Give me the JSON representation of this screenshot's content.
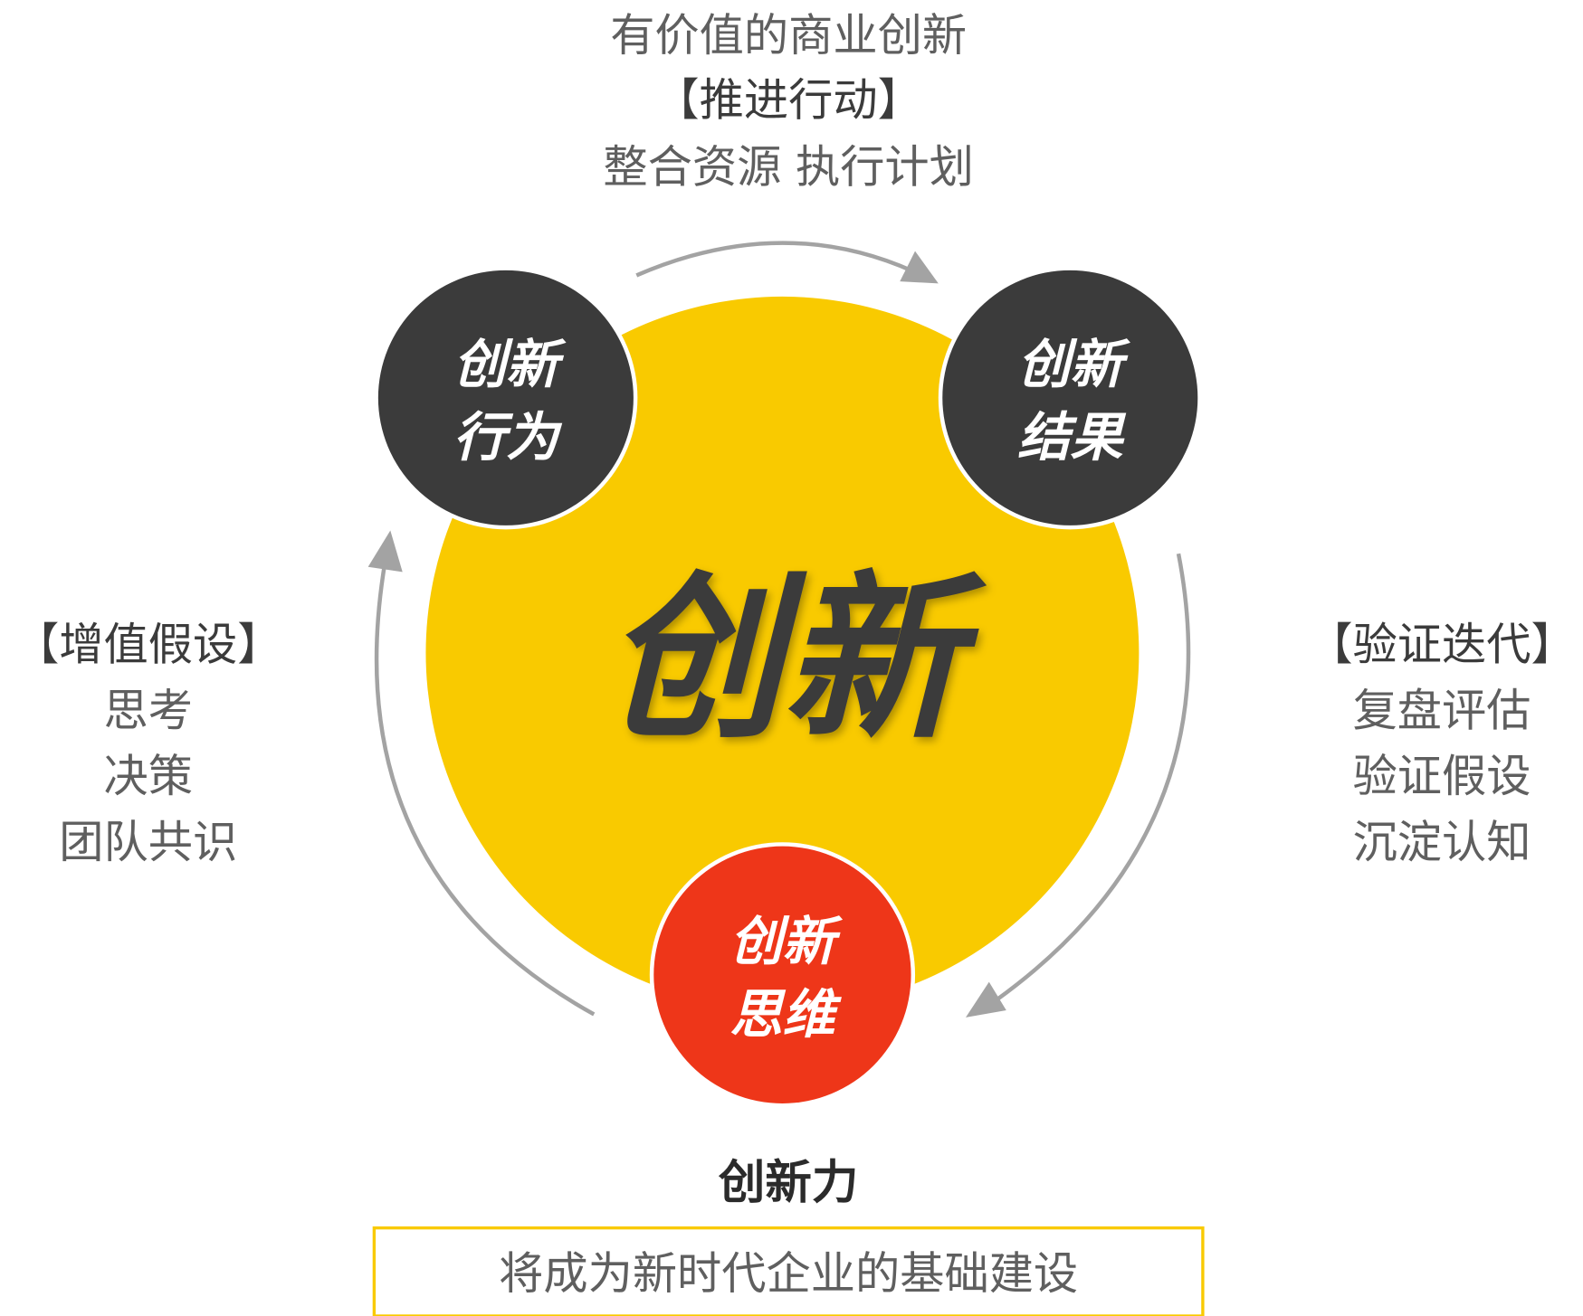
{
  "top_block": {
    "line1": "有价值的商业创新",
    "heading": "【推进行动】",
    "line2": "整合资源 执行计划"
  },
  "left_block": {
    "heading": "【增值假设】",
    "items": [
      "思考",
      "决策",
      "团队共识"
    ]
  },
  "right_block": {
    "heading": "【验证迭代】",
    "items": [
      "复盘评估",
      "验证假设",
      "沉淀认知"
    ]
  },
  "center": {
    "label": "创新"
  },
  "nodes": {
    "behavior": {
      "line1": "创新",
      "line2": "行为"
    },
    "result": {
      "line1": "创新",
      "line2": "结果"
    },
    "thinking": {
      "line1": "创新",
      "line2": "思维"
    }
  },
  "footer": {
    "title": "创新力",
    "box_text": "将成为新时代企业的基础建设"
  },
  "colors": {
    "yellow": "#f9ca00",
    "dark": "#3b3b3b",
    "red": "#ee3619",
    "arrow": "#a3a3a3",
    "text": "#5f5f5f"
  }
}
